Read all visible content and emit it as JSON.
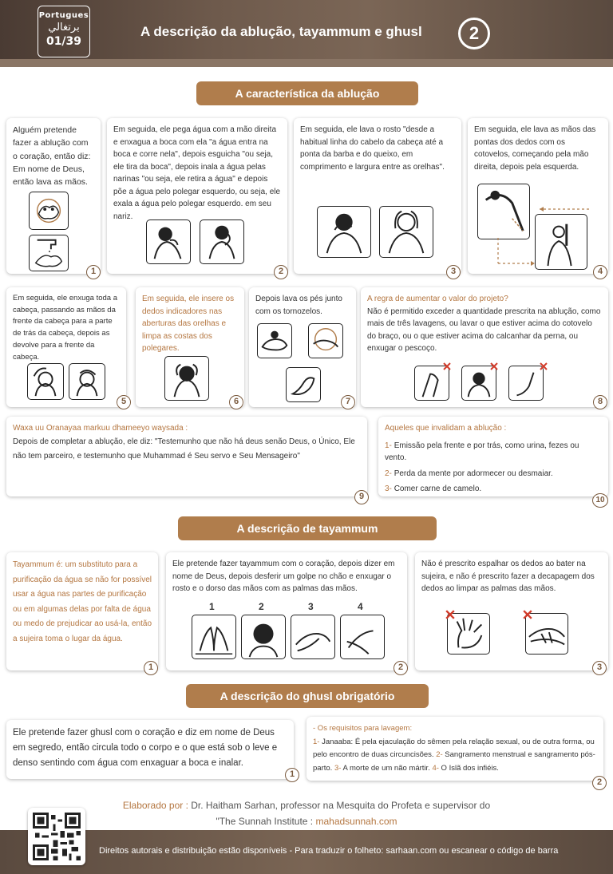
{
  "header": {
    "lang_en": "Portugues",
    "lang_ar": "برتغالي",
    "page": "01/39",
    "title": "A descrição da ablução, tayammum e ghusl",
    "number": "2"
  },
  "section1": {
    "title": "A característica da ablução",
    "cards": [
      {
        "num": "1",
        "text": "Alguém pretende fazer a ablução com o coração, então diz: Em nome de Deus, então lava as mãos."
      },
      {
        "num": "2",
        "text": "Em seguida, ele pega água com a mão direita e enxagua a boca com ela \"a água entra na boca e corre nela\", depois esguicha \"ou seja, ele tira da boca\", depois inala a água  pelas narinas \"ou seja, ele retira a água\" e depois põe a água pelo polegar esquerdo, ou seja, ele exala a água pelo polegar esquerdo.  em seu nariz."
      },
      {
        "num": "3",
        "text": "Em seguida, ele lava o rosto \"desde a habitual linha do cabelo da cabeça até a ponta da barba e do queixo, em comprimento e largura entre as orelhas\"."
      },
      {
        "num": "4",
        "text": "Em seguida, ele lava as mãos das pontas dos dedos com os cotovelos, começando pela mão direita, depois pela esquerda."
      },
      {
        "num": "5",
        "text": "Em seguida, ele enxuga toda a cabeça, passando as mãos da frente da cabeça para a parte de trás da cabeça, depois as devolve para a frente da cabeça."
      },
      {
        "num": "6",
        "text": "Em seguida, ele insere os dedos indicadores nas aberturas das orelhas e limpa as costas dos polegares."
      },
      {
        "num": "7",
        "text": "Depois lava os pés junto com os tornozelos."
      },
      {
        "num": "8",
        "title": "A regra de aumentar o valor do projeto?",
        "text": "Não é permitido exceder a quantidade prescrita na ablução, como mais de três lavagens, ou lavar o que estiver acima do cotovelo do braço, ou o que estiver acima do calcanhar da perna, ou enxugar o pescoço."
      },
      {
        "num": "9",
        "title": "Waxa uu Oranayaa markuu dhameeyo waysada :",
        "text": "Depois de completar a ablução, ele diz: \"Testemunho que não há deus senão Deus, o Único, Ele não tem parceiro, e testemunho que Muhammad é Seu servo e Seu Mensageiro\""
      },
      {
        "num": "10",
        "title": "Aqueles que invalidam a ablução :",
        "items": [
          {
            "n": "1-",
            "t": "Emissão pela frente e por trás, como urina, fezes ou vento."
          },
          {
            "n": "2-",
            "t": "Perda da mente por adormecer ou desmaiar."
          },
          {
            "n": "3-",
            "t": "Comer carne de camelo."
          }
        ]
      }
    ]
  },
  "section2": {
    "title": "A descrição de tayammum",
    "cards": [
      {
        "num": "1",
        "text": "Tayammum é: um substituto para a purificação da água se não for possível usar a água nas partes de purificação ou em algumas delas por falta de água ou medo de prejudicar ao usá-la, então a sujeira toma o lugar da  água."
      },
      {
        "num": "2",
        "text": "Ele pretende fazer tayammum com o coração, depois dizer em nome de Deus, depois desferir um golpe no chão e enxugar o rosto e o dorso das mãos com as palmas das mãos.",
        "steps": [
          "1",
          "2",
          "3",
          "4"
        ]
      },
      {
        "num": "3",
        "text": "Não é prescrito espalhar os dedos ao bater na sujeira, e não é prescrito fazer a decapagem dos dedos ao limpar as palmas das mãos."
      }
    ]
  },
  "section3": {
    "title": "A descrição do ghusl obrigatório",
    "cards": [
      {
        "num": "1",
        "text": "Ele pretende fazer ghusl com o coração e diz em nome de Deus em segredo, então circula todo o corpo e o que está sob o leve e denso sentindo com água com enxaguar a boca e inalar."
      },
      {
        "num": "2",
        "title": "-  Os requisitos para lavagem:",
        "parts": [
          {
            "n": "1-",
            "t": " Janaaba: É pela ejaculação do sêmen pela relação sexual, ou de outra forma, ou pelo encontro de duas circuncisões. "
          },
          {
            "n": "2-",
            "t": " Sangramento menstrual e sangramento pós-parto. "
          },
          {
            "n": "3-",
            "t": " A morte de um não mártir. "
          },
          {
            "n": "4-",
            "t": " O Islã dos infiéis."
          }
        ]
      }
    ]
  },
  "footer": {
    "credit_label": "Elaborado por :",
    "credit_text": " Dr. Haitham Sarhan, professor na Mesquita do Profeta e supervisor do",
    "institute": "\"The Sunnah Institute : ",
    "institute_url": "mahadsunnah.com",
    "bar_text": "Direitos autorais e distribuição estão disponíveis - Para traduzir o folheto: sarhaan.com ou escanear o código de barra"
  },
  "colors": {
    "accent": "#b07d4c",
    "orange_text": "#b47640",
    "header": "#5a4a3f"
  }
}
